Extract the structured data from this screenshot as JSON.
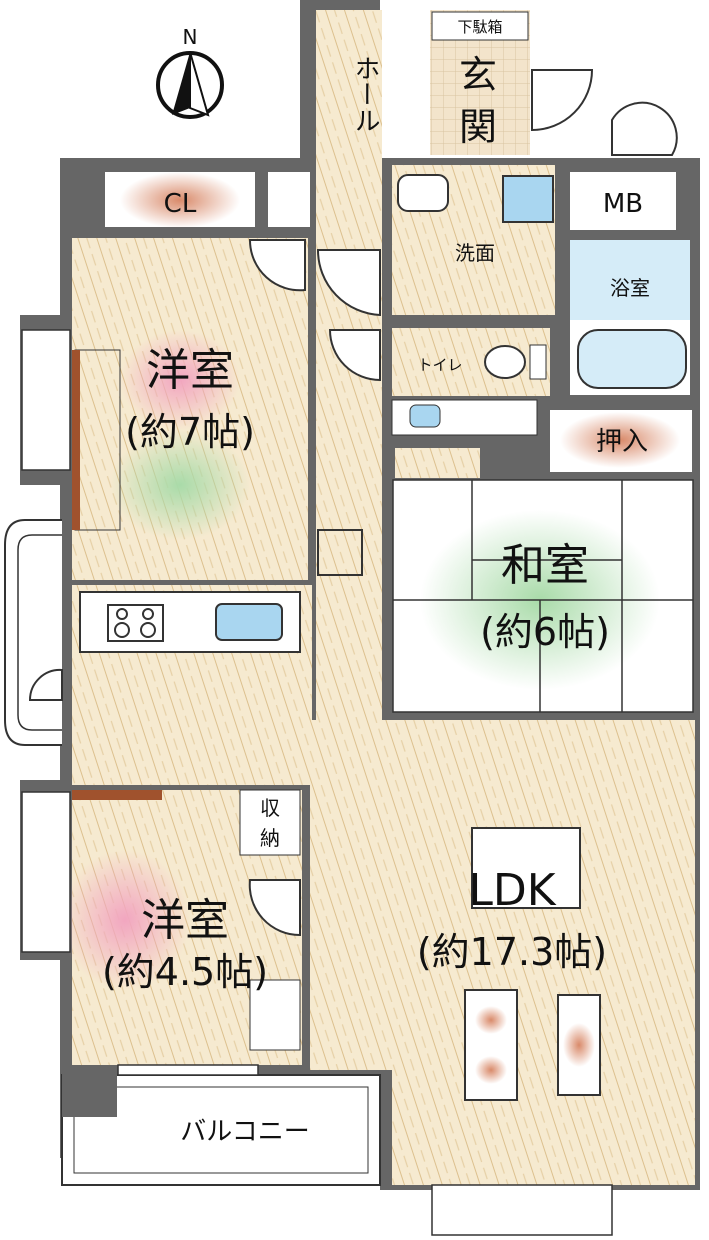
{
  "compass": {
    "label": "N"
  },
  "rooms": {
    "getabako": "下駄箱",
    "genkan_1": "玄",
    "genkan_2": "関",
    "hall": "ホール",
    "closet": "CL",
    "mb": "MB",
    "senmen": "洗面",
    "bath": "浴室",
    "toilet": "トイレ",
    "western7_name": "洋室",
    "western7_size": "(約7帖)",
    "oshiire": "押入",
    "washitsu_name": "和室",
    "washitsu_size": "(約6帖)",
    "storage_1": "収",
    "storage_2": "納",
    "ldk_name": "LDK",
    "ldk_size": "(約17.3帖)",
    "western45_name": "洋室",
    "western45_size": "(約4.5帖)",
    "balcony": "バルコニー"
  },
  "colors": {
    "wall": "#666666",
    "floor": "#f4e6c8",
    "wood_line": "#d9bf8f",
    "tile": "#f2e2c8",
    "fixture": "#a9d6f0"
  }
}
